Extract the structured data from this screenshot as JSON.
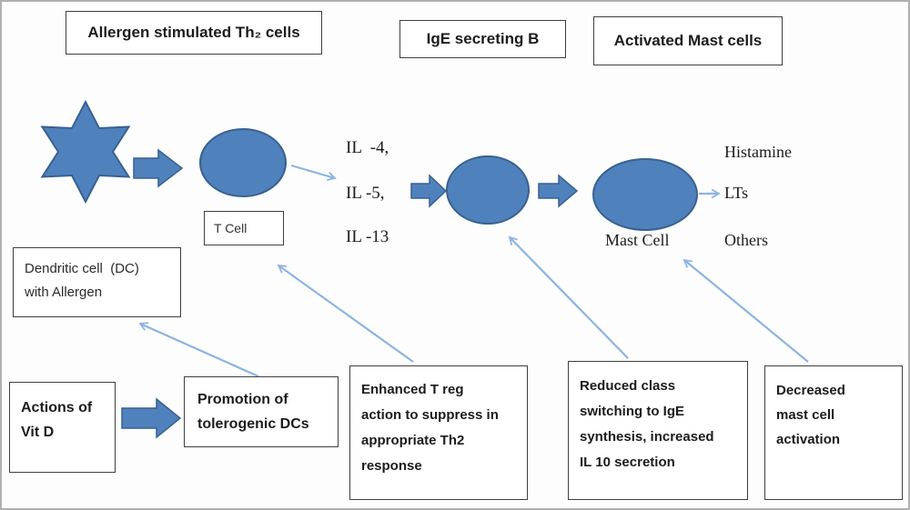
{
  "colors": {
    "shape_fill": "#4f81bd",
    "shape_stroke": "#38618f",
    "thin_arrow": "#8db3e2",
    "box_border": "#3f3f3f",
    "background": "#fdfdfd",
    "text": "#1c1c1c"
  },
  "headers": {
    "allergen_th2": "Allergen stimulated Th₂ cells",
    "ige_b": "IgE secreting B",
    "mast": "Activated Mast cells"
  },
  "labels": {
    "t_cell": "T Cell",
    "mast_cell": "Mast Cell",
    "dendritic": "Dendritic cell  (DC)\nwith Allergen"
  },
  "cytokines": {
    "il4": "IL  -4,",
    "il5": "IL -5,",
    "il13": "IL -13"
  },
  "mediators": {
    "histamine": "Histamine",
    "lts": "LTs",
    "others": "Others"
  },
  "vitd": {
    "actions": "Actions of\nVit D",
    "tolerogenic": "Promotion of\ntolerogenic DCs",
    "treg": "Enhanced T reg\naction to suppress in\nappropriate Th2\nresponse",
    "class_switch": "Reduced class\nswitching to IgE\nsynthesis, increased\nIL 10 secretion",
    "mast_activation": "Decreased\nmast cell\nactivation"
  },
  "shapes": {
    "dendritic_star": "six-pointed-star",
    "t_cell": "ellipse",
    "b_cell": "ellipse",
    "mast_cell": "ellipse"
  }
}
